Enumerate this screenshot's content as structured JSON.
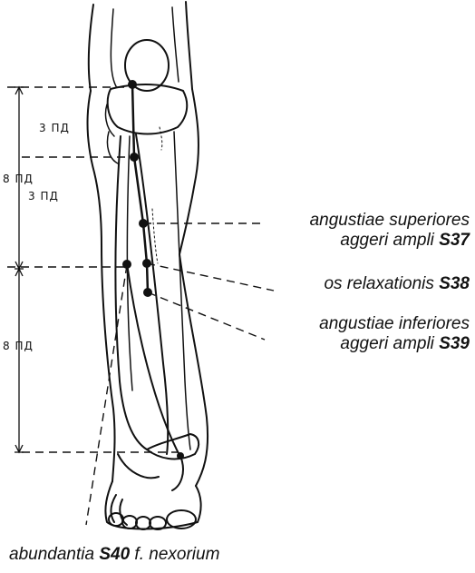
{
  "measurements": {
    "upper_3": "3 ПД",
    "total_8": "8 ПД",
    "lower_3": "3 ПД",
    "bottom_8": "8 ПД"
  },
  "points": {
    "s37": {
      "line1": "angustiae superiores",
      "line2": "aggeri ampli",
      "code": "S37"
    },
    "s38": {
      "name": "os relaxationis",
      "code": "S38"
    },
    "s39": {
      "line1": "angustiae inferiores",
      "line2": "aggeri ampli",
      "code": "S39"
    },
    "s40": {
      "name": "abundantia",
      "code": "S40",
      "suffix": "f. nexorium"
    }
  },
  "colors": {
    "ink": "#111111",
    "paper": "#ffffff"
  }
}
